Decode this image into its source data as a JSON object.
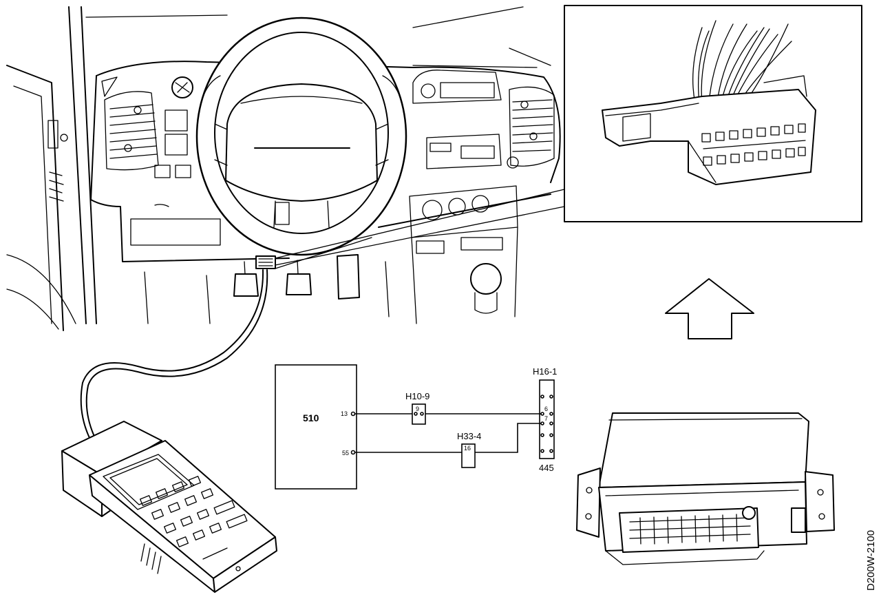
{
  "module": {
    "label": "510",
    "pin_13": "13",
    "pin_55": "55"
  },
  "connectors": {
    "h10": {
      "label": "H10-9",
      "pin": "9"
    },
    "h33": {
      "label": "H33-4",
      "pin": "16"
    },
    "h16": {
      "label": "H16-1",
      "pin_a": "6",
      "pin_b": "7",
      "ground": "445"
    }
  },
  "figure_code": "D200W-2100"
}
